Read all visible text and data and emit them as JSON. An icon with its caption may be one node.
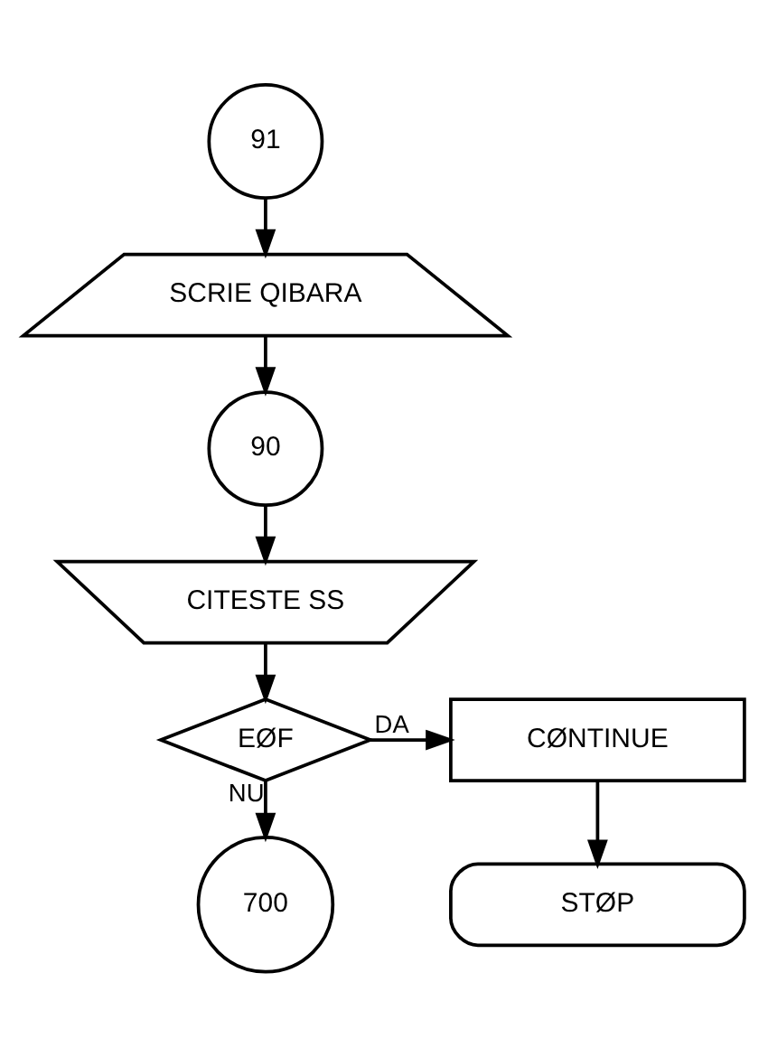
{
  "diagram": {
    "nodes": [
      {
        "text": [
          "91"
        ]
      },
      {
        "text": [
          "SCRIE QIBARA"
        ]
      },
      {
        "text": [
          "90"
        ]
      },
      {
        "text": [
          "CITESTE SS"
        ]
      },
      {
        "text": [
          "EØF"
        ]
      },
      {
        "text": [
          "CØNTINUE"
        ]
      },
      {
        "text": [
          "STØP"
        ]
      },
      {
        "text": [
          "700"
        ]
      }
    ],
    "edges": [
      {
        "from": 0,
        "to": 1,
        "arrow": "to"
      },
      {
        "from": 1,
        "to": 2,
        "arrow": "to"
      },
      {
        "from": 2,
        "to": 3,
        "arrow": "to"
      },
      {
        "from": 3,
        "to": 4,
        "arrow": "to"
      },
      {
        "from": 4,
        "to": 5,
        "arrow": "to",
        "label": "DA"
      },
      {
        "from": 5,
        "to": 6,
        "arrow": "to"
      },
      {
        "from": 4,
        "to": 7,
        "arrow": "to",
        "label": "NU"
      }
    ]
  }
}
